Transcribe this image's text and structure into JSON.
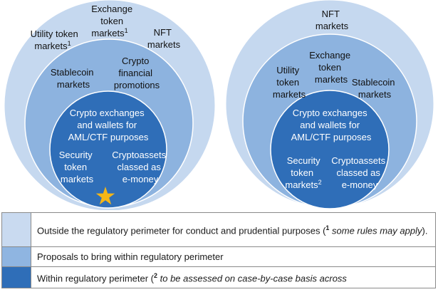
{
  "colors": {
    "outer": "#c5d8ef",
    "middle": "#8db3df",
    "inner": "#2f6eb8",
    "star": "#f5b616"
  },
  "left": {
    "outer": [
      {
        "text": "Exchange"
      },
      {
        "text": "token"
      },
      {
        "text": "markets",
        "sup": "1"
      },
      {
        "text": "Utility token"
      },
      {
        "text": "markets",
        "sup": "1"
      },
      {
        "text": "NFT"
      },
      {
        "text": "markets"
      }
    ],
    "middle": [
      {
        "text": "Stablecoin"
      },
      {
        "text": "markets"
      },
      {
        "text": "Crypto"
      },
      {
        "text": "financial"
      },
      {
        "text": "promotions"
      }
    ],
    "inner": [
      {
        "text": "Crypto exchanges"
      },
      {
        "text": "and wallets for"
      },
      {
        "text": "AML/CTF purposes"
      },
      {
        "text": "Security"
      },
      {
        "text": "token"
      },
      {
        "text": "markets"
      },
      {
        "text": "Cryptoassets"
      },
      {
        "text": "classed as"
      },
      {
        "text": "e-money"
      }
    ],
    "star_icon": "star-icon"
  },
  "right": {
    "outer": [
      {
        "text": "NFT"
      },
      {
        "text": "markets"
      }
    ],
    "middle": [
      {
        "text": "Exchange"
      },
      {
        "text": "token"
      },
      {
        "text": "markets"
      },
      {
        "text": "Utility"
      },
      {
        "text": "token"
      },
      {
        "text": "markets"
      },
      {
        "text": "Stablecoin"
      },
      {
        "text": "markets"
      }
    ],
    "inner": [
      {
        "text": "Crypto exchanges"
      },
      {
        "text": "and wallets for"
      },
      {
        "text": "AML/CTF purposes"
      },
      {
        "text": "Security"
      },
      {
        "text": "token"
      },
      {
        "text": "markets",
        "sup": "2"
      },
      {
        "text": "Cryptoassets"
      },
      {
        "text": "classed as"
      },
      {
        "text": "e-money"
      }
    ]
  },
  "legend": {
    "row1_text": "Outside the regulatory perimeter for conduct and prudential purposes (",
    "row1_sup": "1",
    "row1_italic": " some rules may apply",
    "row1_end": ").",
    "row2_text": "Proposals to bring within regulatory perimeter",
    "row3_text": "Within regulatory perimeter (",
    "row3_sup": "2",
    "row3_italic": " to be assessed on case-by-case basis across"
  }
}
